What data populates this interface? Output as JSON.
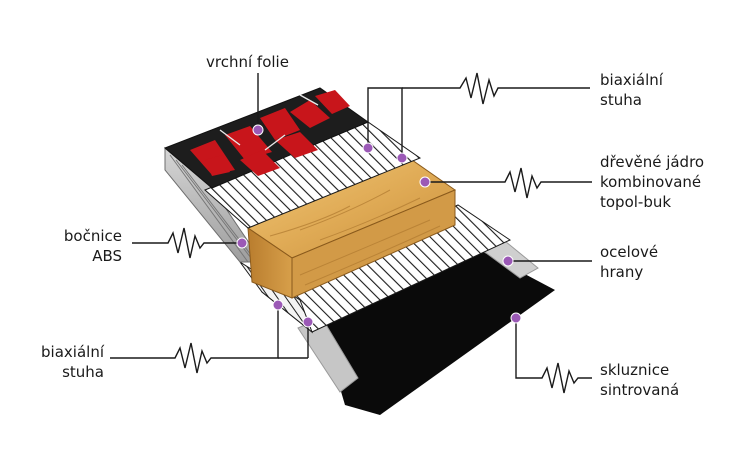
{
  "diagram": {
    "labels": {
      "top_foil": [
        "vrchní folie"
      ],
      "biaxial_top": [
        "biaxiální",
        "stuha"
      ],
      "wood_core": [
        "dřevěné jádro",
        "kombinované",
        "topol-buk"
      ],
      "sidewall": [
        "bočnice",
        "ABS"
      ],
      "steel_edges": [
        "ocelové",
        "hrany"
      ],
      "biaxial_bottom": [
        "biaxiální",
        "stuha"
      ],
      "base": [
        "skluznice",
        "sintrovaná"
      ]
    },
    "colors": {
      "marker": "#9b59b6",
      "foil_red": "#c8151b",
      "foil_dark": "#1d1d1d",
      "wood": "#e3b25e",
      "wood_dark": "#c8913a",
      "steel": "#c9c9c9",
      "base": "#0a0a0a",
      "sidewall": "#8a8a8a",
      "line": "#1a1a1a"
    }
  }
}
